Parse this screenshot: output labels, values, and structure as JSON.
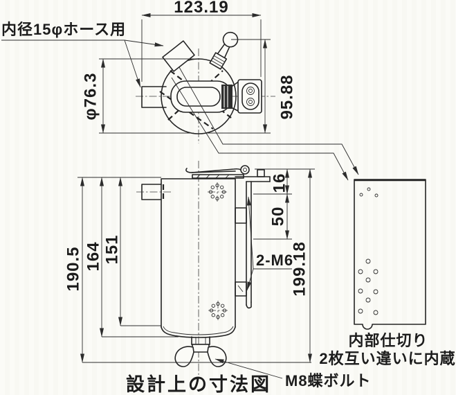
{
  "drawing": {
    "caption": "設計上の寸法図",
    "colors": {
      "background": "#fbfbf7",
      "line": "#242424"
    },
    "top_view": {
      "hose_label": "内径15φホース用",
      "width_dim": "123.19",
      "height_dim": "95.88",
      "diameter_dim": "φ76.3"
    },
    "front_view": {
      "dim_total_height": "190.5",
      "dim_body_height": "164",
      "dim_shell_height": "151",
      "dim_bracket_top": "16",
      "dim_hole_pitch": "50",
      "dim_overall_right": "199.18",
      "holes_label": "2-M6",
      "wing_bolt_label": "M8蝶ボルト"
    },
    "partition_view": {
      "label_line1": "内部仕切り",
      "label_line2": "2枚互い違いに内蔵"
    }
  }
}
